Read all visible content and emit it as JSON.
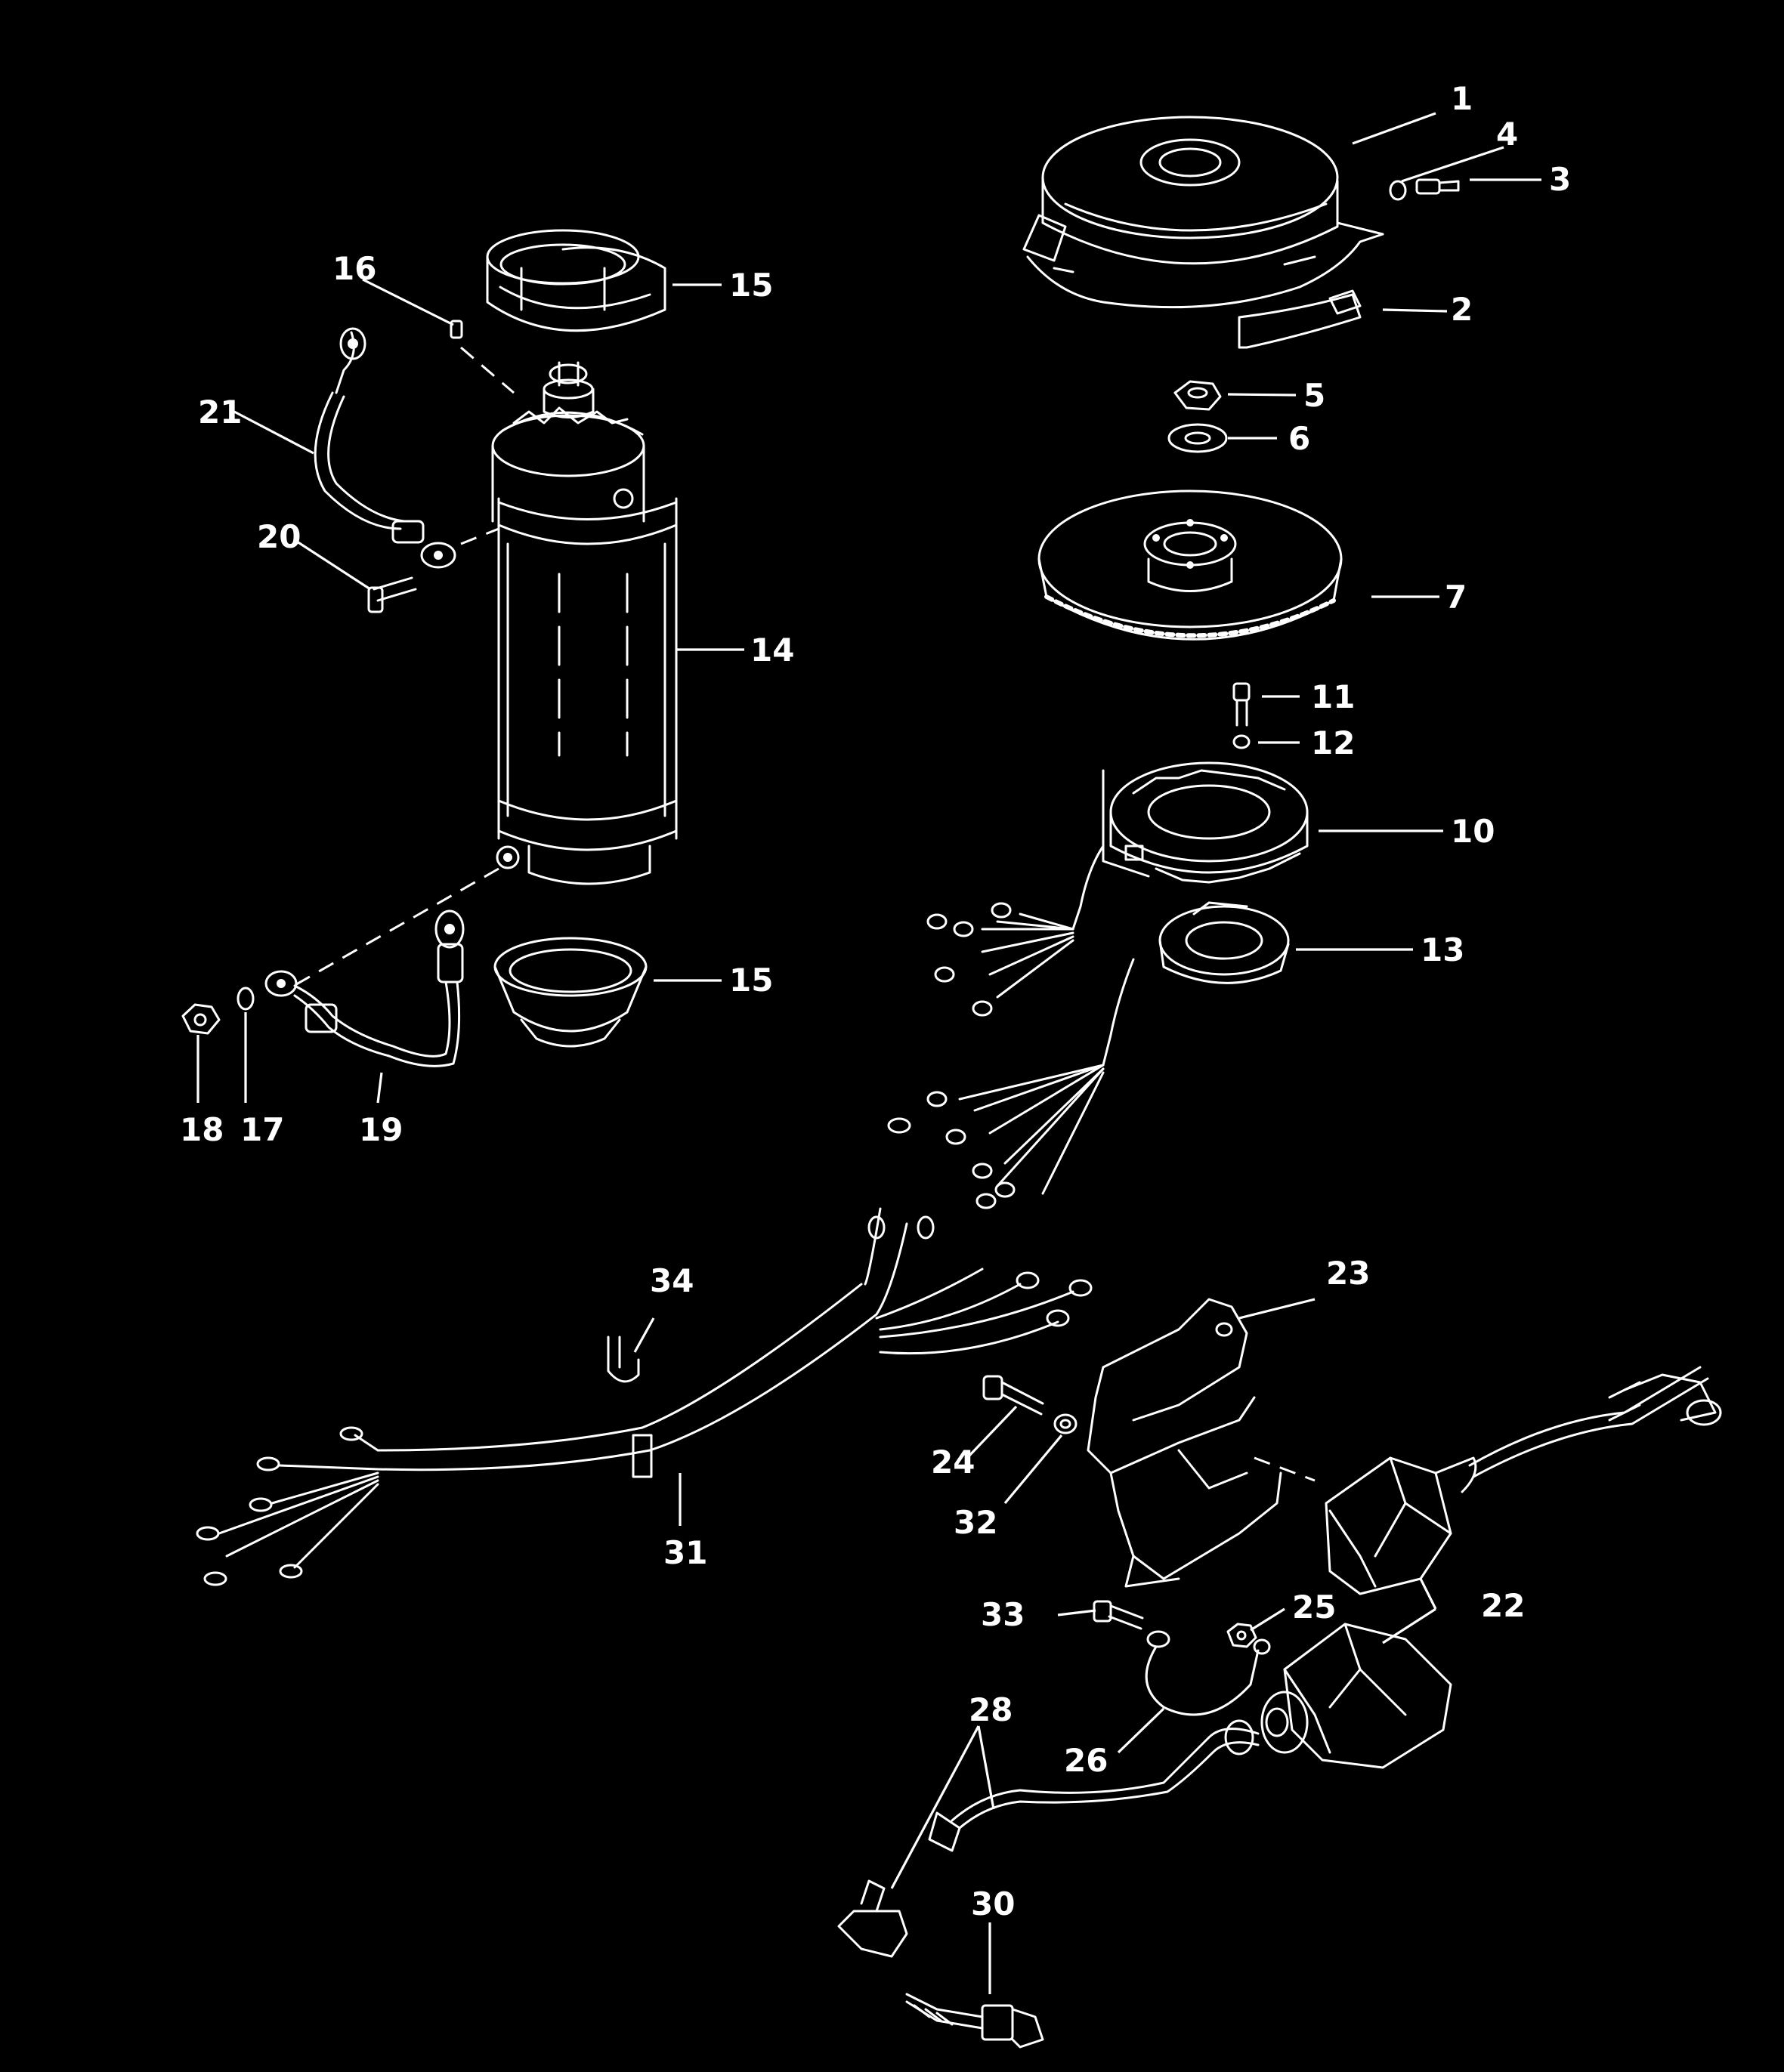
{
  "callouts": {
    "c1": "1",
    "c2": "2",
    "c3": "3",
    "c4": "4",
    "c5": "5",
    "c6": "6",
    "c7": "7",
    "c10": "10",
    "c11": "11",
    "c12": "12",
    "c13": "13",
    "c14": "14",
    "c15a": "15",
    "c15b": "15",
    "c16": "16",
    "c17": "17",
    "c18": "18",
    "c19": "19",
    "c20": "20",
    "c21": "21",
    "c22": "22",
    "c23": "23",
    "c24": "24",
    "c25": "25",
    "c26": "26",
    "c28": "28",
    "c30": "30",
    "c31": "31",
    "c32": "32",
    "c33": "33",
    "c34": "34"
  },
  "colors": {
    "background": "#000000",
    "linework": "#ffffff"
  }
}
